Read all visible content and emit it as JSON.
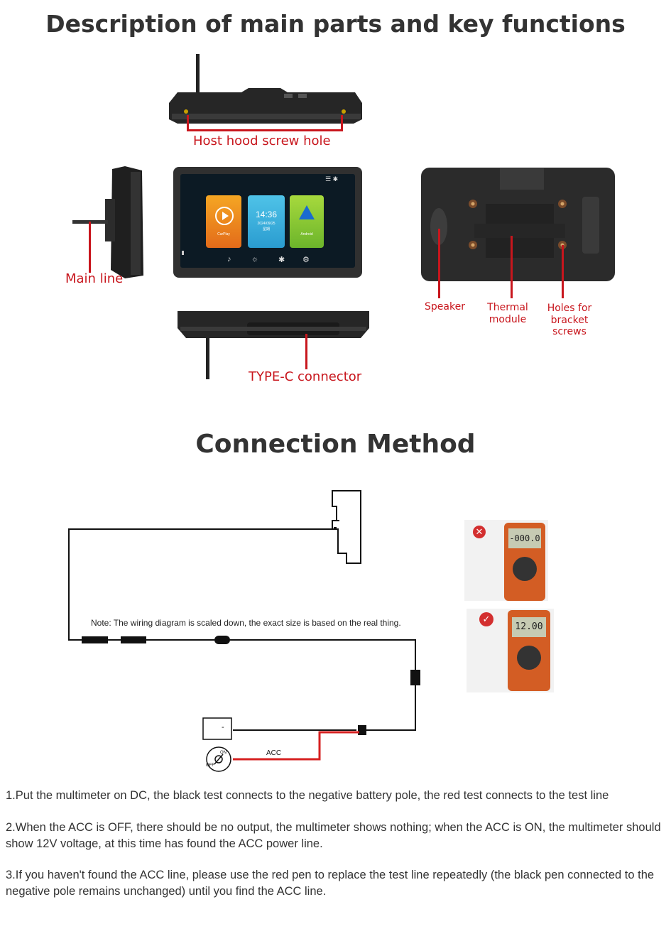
{
  "section1": {
    "title": "Description of main parts and key functions",
    "labels": {
      "host_hood_screw_hole": "Host hood screw hole",
      "main_line": "Main line",
      "type_c_connector": "TYPE-C connector",
      "speaker": "Speaker",
      "thermal_module_line1": "Thermal",
      "thermal_module_line2": "module",
      "holes_line1": "Holes for",
      "holes_line2": "bracket screws"
    },
    "screen": {
      "time": "14:36",
      "date": "2024/09/25",
      "weekday": "星期",
      "apps": [
        "CarPlay",
        "Android"
      ]
    }
  },
  "section2": {
    "title": "Connection Method",
    "note": "Note: The wiring diagram is scaled down, the exact size is based on the real thing.",
    "acc_label": "ACC",
    "battery_symbol": "-",
    "ignition": {
      "on": "ON",
      "off": "OFF"
    },
    "multimeter_wrong": "-000.0",
    "multimeter_right": "12.00"
  },
  "steps": [
    "1.Put the multimeter on DC, the black test connects to the negative battery pole, the red test connects to the test line",
    "2.When the ACC is OFF, there should be no output, the multimeter shows nothing; when the ACC is ON, the multimeter should show 12V voltage, at this time has found the ACC power line.",
    "3.If you haven't found the ACC line, please use the red pen to replace the test line repeatedly (the black pen connected to the negative pole remains unchanged) until you find the ACC line."
  ],
  "colors": {
    "accent_red": "#c8161d",
    "title": "#333333",
    "device": "#1e1e1e"
  }
}
